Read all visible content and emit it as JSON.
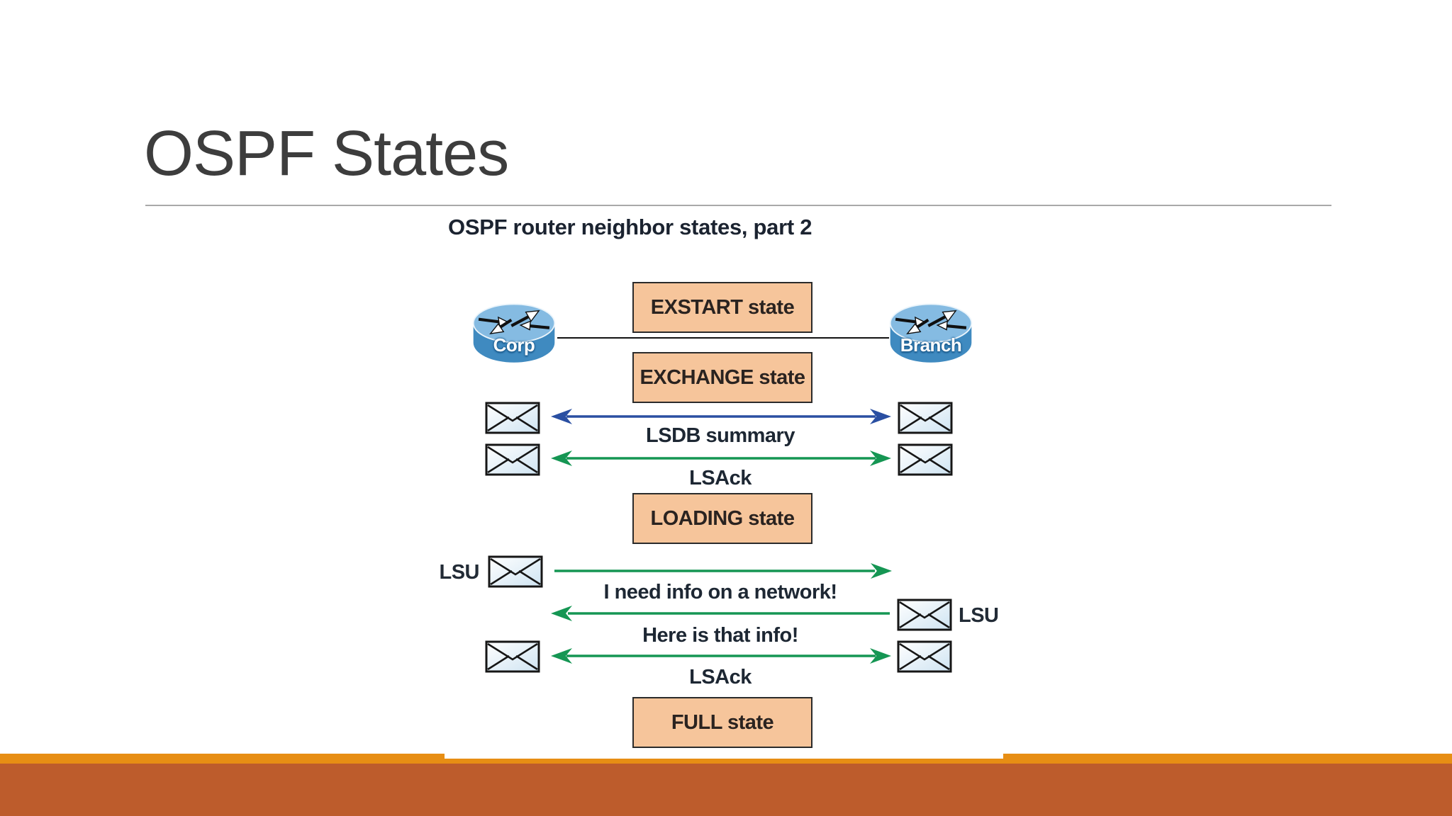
{
  "slide": {
    "title": "OSPF States",
    "figure": {
      "title": "OSPF router neighbor states, part 2",
      "left_router": "Corp",
      "right_router": "Branch",
      "state_boxes": [
        "EXSTART state",
        "EXCHANGE state",
        "LOADING state",
        "FULL state"
      ],
      "exchanges": [
        {
          "label": "LSDB summary",
          "arrow": "double",
          "color": "blue"
        },
        {
          "label": "LSAck",
          "arrow": "double",
          "color": "green"
        },
        {
          "label": "I need info on a network!",
          "arrow": "right",
          "color": "green",
          "tag": "LSU",
          "tag_side": "left"
        },
        {
          "label": "Here is that info!",
          "arrow": "left",
          "color": "green",
          "tag": "LSU",
          "tag_side": "right"
        },
        {
          "label": "LSAck",
          "arrow": "double",
          "color": "green"
        }
      ]
    },
    "colors": {
      "title_color": "#3d3d3d",
      "rule_color": "#a9a9a9",
      "state_box_fill": "#f6c59b",
      "state_box_border": "#2b2b2b",
      "arrow_blue": "#2a4fa2",
      "arrow_green": "#159653",
      "router_body": "#3f8ac0",
      "router_top": "#85bbe2",
      "footer_stripe": "#e78e14",
      "footer_bar": "#bd5c2c"
    }
  }
}
